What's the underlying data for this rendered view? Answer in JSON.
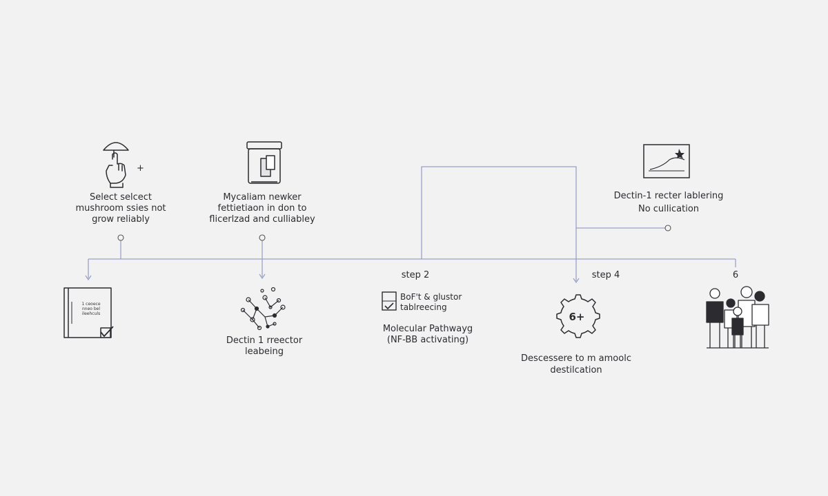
{
  "colors": {
    "line": "#9aa0c8",
    "ink": "#2b2b30",
    "background": "#f2f2f3"
  },
  "nodes": {
    "n1": {
      "icon": "hand-mushroom-icon",
      "lines": [
        "Select selcect",
        "mushroom ssies not",
        "grow reliably"
      ],
      "plus": "+"
    },
    "n2": {
      "icon": "jar-icon",
      "lines": [
        "Mycaliam newker",
        "fettietiaon in don to",
        "flicerlzad and culliabley"
      ]
    },
    "n3": {
      "icon": "chart-frame-icon",
      "lines": [
        "Dectin-1 recter lablering",
        "No cullication"
      ]
    },
    "n4": {
      "icon": "book-checklist-icon",
      "book_lines": [
        "1 ceoece",
        "nneo bel",
        "ileehculs"
      ]
    },
    "n5": {
      "icon": "molecule-network-icon",
      "lines": [
        "Dectin 1 rreector",
        "leabeing"
      ]
    },
    "n6": {
      "step": "step 2",
      "box_text": [
        "BoF't & glustor",
        "tablreecing"
      ],
      "lines": [
        "Molecular Pathwayg",
        "(NF-BB activating)"
      ]
    },
    "n7": {
      "step": "step 4",
      "icon": "gear-puzzle-icon",
      "icon_text": "6+",
      "lines": [
        "Descessere to m amoolc",
        "destilcation"
      ]
    },
    "n8": {
      "step": "6",
      "icon": "people-group-icon"
    }
  }
}
